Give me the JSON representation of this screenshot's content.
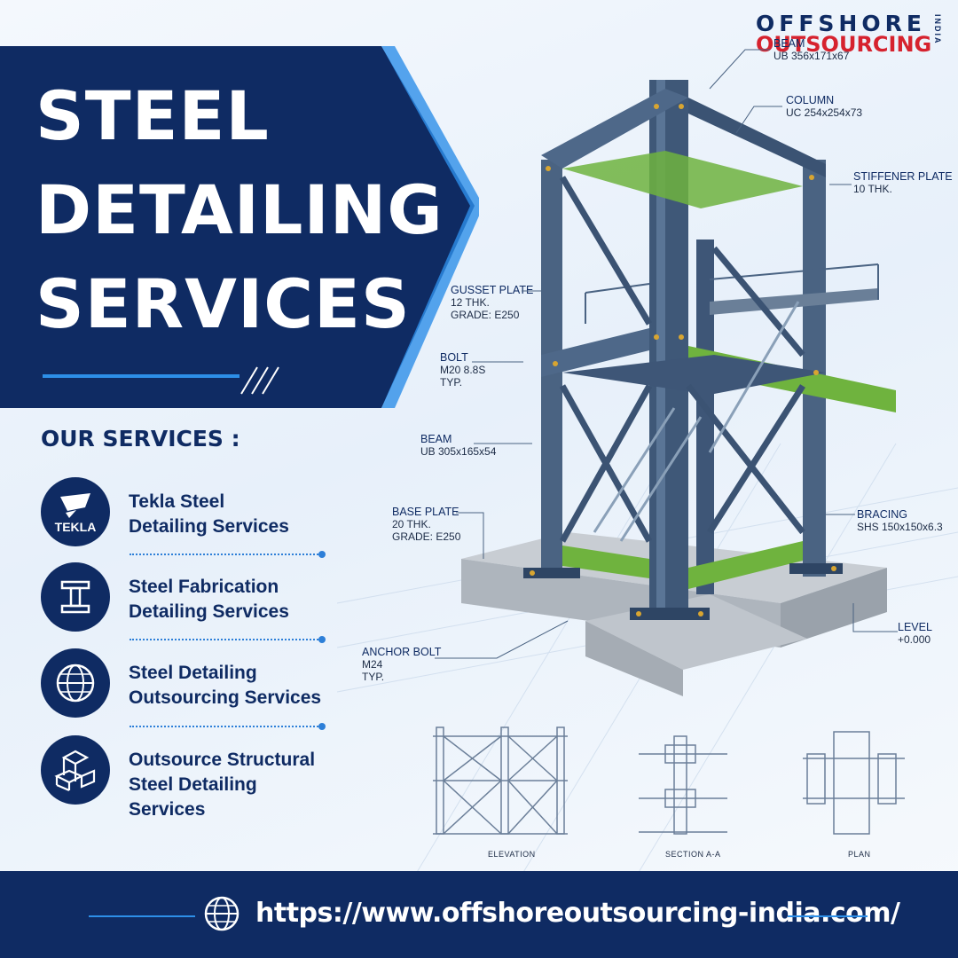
{
  "headline": {
    "line1": "STEEL",
    "line2": "DETAILING",
    "line3": "SERVICES"
  },
  "brand": {
    "top": "OFFSHORE",
    "bottom": "OUTSOURCING",
    "side": "INDIA"
  },
  "services": {
    "heading": "OUR SERVICES :",
    "items": [
      {
        "icon": "tekla-logo-icon",
        "icon_text": "TEKLA",
        "line1": "Tekla Steel",
        "line2": "Detailing Services"
      },
      {
        "icon": "i-beam-icon",
        "line1": "Steel Fabrication",
        "line2": "Detailing Services"
      },
      {
        "icon": "globe-icon",
        "line1": "Steel Detailing",
        "line2": "Outsourcing Services"
      },
      {
        "icon": "structure-blocks-icon",
        "line1": "Outsource Structural",
        "line2": "Steel Detailing Services"
      }
    ]
  },
  "callouts": {
    "beam_top": {
      "title": "BEAM",
      "spec": "UB 356x171x67"
    },
    "column": {
      "title": "COLUMN",
      "spec": "UC 254x254x73"
    },
    "stiffener": {
      "title": "STIFFENER PLATE",
      "spec": "10 THK."
    },
    "gusset": {
      "title": "GUSSET PLATE",
      "spec1": "12 THK.",
      "spec2": "GRADE: E250"
    },
    "bolt": {
      "title": "BOLT",
      "spec1": "M20 8.8S",
      "spec2": "TYP."
    },
    "beam": {
      "title": "BEAM",
      "spec": "UB 305x165x54"
    },
    "base_plate": {
      "title": "BASE PLATE",
      "spec1": "20 THK.",
      "spec2": "GRADE: E250"
    },
    "bracing": {
      "title": "BRACING",
      "spec": "SHS 150x150x6.3"
    },
    "level": {
      "title": "LEVEL",
      "spec": "+0.000"
    },
    "anchor": {
      "title": "ANCHOR BOLT",
      "spec1": "M24",
      "spec2": "TYP."
    }
  },
  "drawings": {
    "elevation": "ELEVATION",
    "section": "SECTION A-A",
    "plan": "PLAN"
  },
  "footer": {
    "url": "https://www.offshoreoutsourcing-india.com/"
  },
  "colors": {
    "navy": "#0f2b63",
    "accent": "#2d8fe8",
    "brand_red": "#d6222e",
    "steel": "#3f5878",
    "green": "#6fb33e"
  }
}
